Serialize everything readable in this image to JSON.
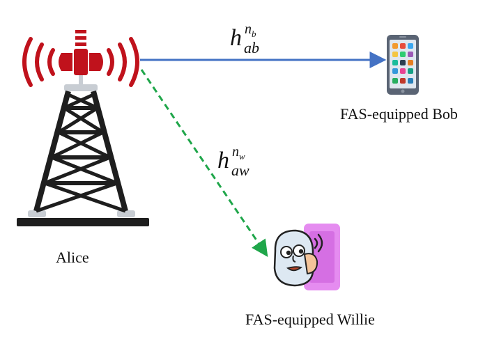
{
  "nodes": {
    "alice": {
      "label": "Alice"
    },
    "bob": {
      "label": "FAS-equipped Bob"
    },
    "willie": {
      "label": "FAS-equipped Willie"
    }
  },
  "links": {
    "alice_to_bob": {
      "symbol": "h",
      "superscript": "n_b",
      "subscript": "ab",
      "style": "solid",
      "color": "#4472c4"
    },
    "alice_to_willie": {
      "symbol": "h",
      "superscript": "n_w",
      "subscript": "aw",
      "style": "dashed",
      "color": "#1fa64a"
    }
  },
  "colors": {
    "tower_structure": "#1e1e1e",
    "signal_waves": "#c0121c",
    "phone_body": "#5a6474",
    "willie_phone": "#e58cf0",
    "willie_face": "#dde8f2"
  },
  "icons": {
    "transmitter": "cell-tower-icon",
    "receiver": "smartphone-icon",
    "eavesdropper": "eavesdropper-face-icon"
  }
}
